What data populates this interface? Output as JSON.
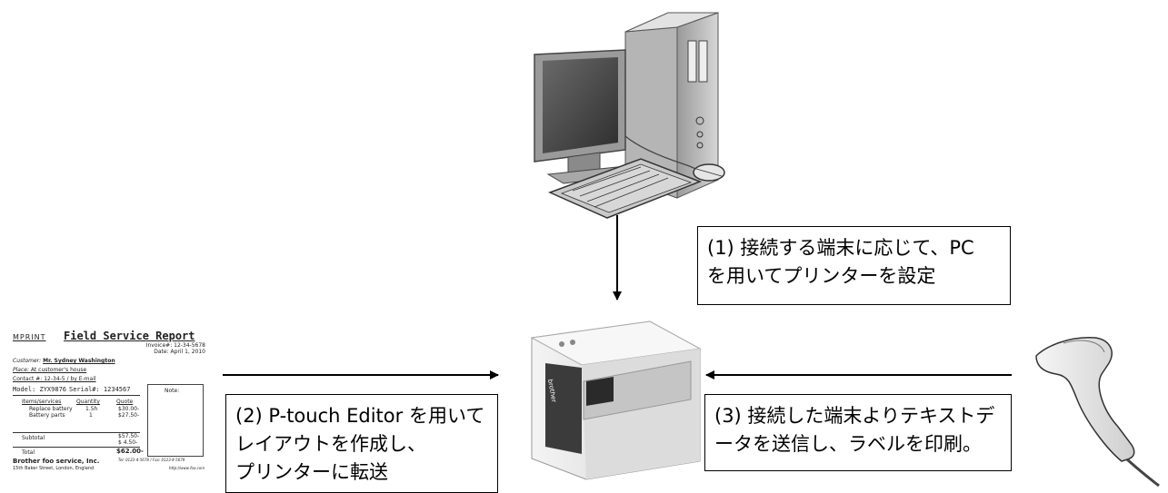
{
  "callouts": {
    "step1": {
      "lines": [
        "(1) 接続する端末に応じて、PC",
        "を用いてプリンターを設定"
      ]
    },
    "step2": {
      "lines": [
        "(2) P-touch Editor を用いて",
        "レイアウトを作成し、",
        "プリンターに転送"
      ]
    },
    "step3": {
      "lines": [
        "(3) 接続した端末よりテキストデ",
        "ータを送信し、ラベルを印刷。"
      ]
    }
  },
  "report": {
    "logo": "MPRINT",
    "title": "Field Service Report",
    "invoice": "Invoice#: 12-34-5678",
    "date": "Date: April 1, 2010",
    "customer_label": "Customer:",
    "customer": "Mr. Sydney Washington",
    "place_label": "Place:",
    "place": "At customer's house",
    "contact": "Contact #: 12-34-5 / by E-mail",
    "model": "Model: ZYX9876",
    "serial": "Serial#: 1234567",
    "col_items": "Items/services",
    "col_qty": "Quantity",
    "col_quote": "Quote",
    "rows": [
      {
        "item": "Replace battery",
        "qty": "1.5h",
        "quote": "$30.00-"
      },
      {
        "item": "Battery parts",
        "qty": "1",
        "quote": "$27.50-"
      }
    ],
    "subtotal_label": "Subtotal",
    "subtotal": "$57.50-",
    "tax": "$ 4.50-",
    "total_label": "Total",
    "total": "$62.00-",
    "note_label": "Note:",
    "company": "Brother foo service, Inc.",
    "address": "15th Baker Street, London, England",
    "tel": "Tel: 0123-4-5678 / Fax: 0123-4-5679",
    "web": "http://www.foo.com"
  },
  "printer": {
    "brand": "brother"
  },
  "colors": {
    "ink": "#000000",
    "device_gray": "#8c8c8c",
    "screen": "#4a4a4a"
  }
}
